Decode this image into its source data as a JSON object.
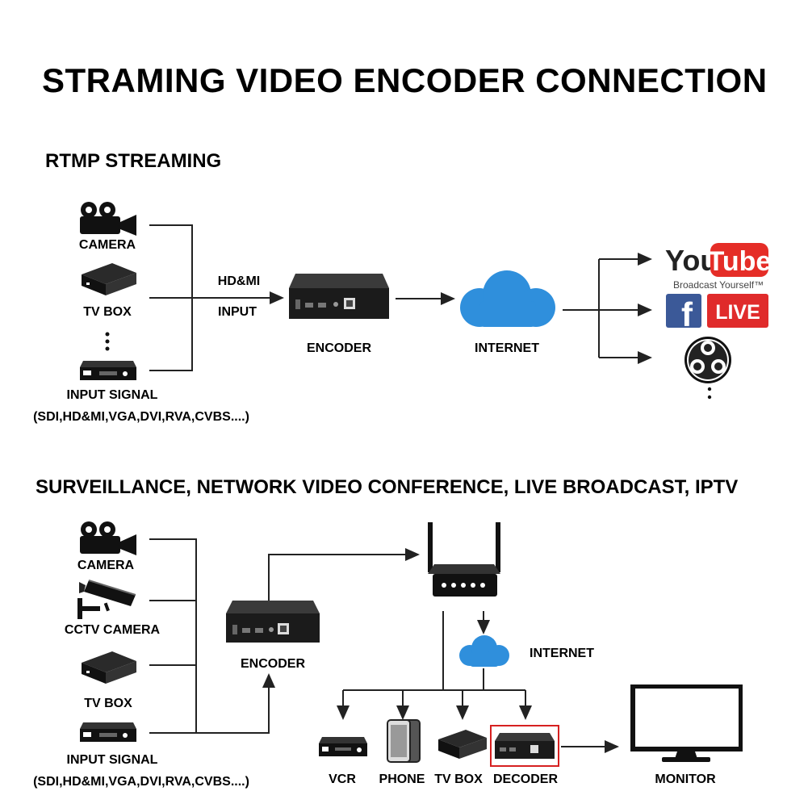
{
  "title": "STRAMING VIDEO ENCODER CONNECTION",
  "rtmp": {
    "heading": "RTMP STREAMING",
    "camera_label": "CAMERA",
    "tvbox_label": "TV BOX",
    "input_signal_label": "INPUT SIGNAL",
    "input_signal_types": "(SDI,HD&MI,VGA,DVI,RVA,CVBS....)",
    "input_port_line1": "HD&MI",
    "input_port_line2": "INPUT",
    "encoder_label": "ENCODER",
    "internet_label": "INTERNET",
    "platforms": {
      "youtube_you": "You",
      "youtube_tube": "Tube",
      "youtube_tagline": "Broadcast Yourself™",
      "facebook_letter": "f",
      "live_badge": "LIVE"
    }
  },
  "surveillance": {
    "heading": "SURVEILLANCE, NETWORK VIDEO CONFERENCE, LIVE BROADCAST, IPTV",
    "camera_label": "CAMERA",
    "cctv_label": "CCTV CAMERA",
    "tvbox_label": "TV BOX",
    "input_signal_label": "INPUT SIGNAL",
    "input_signal_types": "(SDI,HD&MI,VGA,DVI,RVA,CVBS....)",
    "encoder_label": "ENCODER",
    "internet_label": "INTERNET",
    "vcr_label": "VCR",
    "phone_label": "PHONE",
    "tvbox2_label": "TV BOX",
    "decoder_label": "DECODER",
    "monitor_label": "MONITOR"
  },
  "colors": {
    "youtube_red": "#e52d27",
    "facebook_blue": "#3b5998",
    "live_red": "#e02b2b",
    "cloud_blue": "#2f8fdc",
    "decoder_highlight": "#d62020"
  }
}
